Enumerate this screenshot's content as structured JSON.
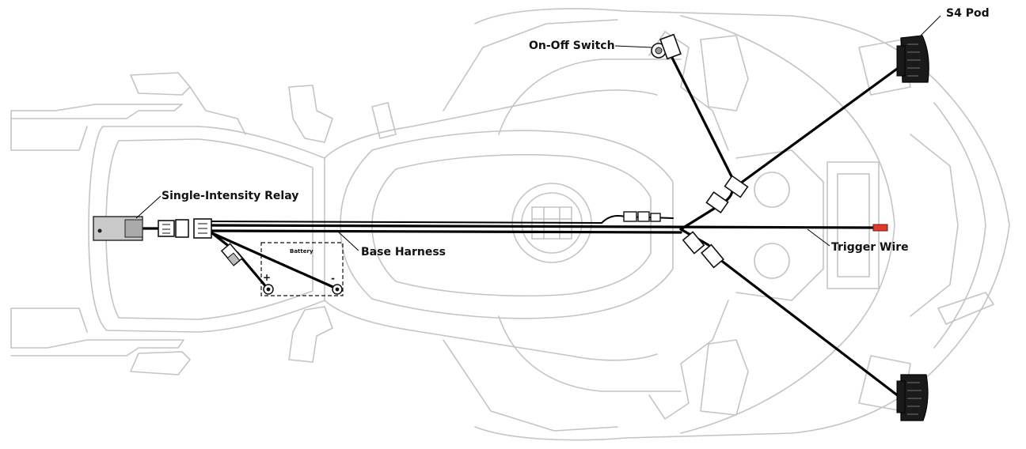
{
  "labels": {
    "relay": "Single-Intensity Relay",
    "switch": "On-Off Switch",
    "pod": "S4 Pod",
    "harness": "Base Harness",
    "trigger": "Trigger Wire",
    "battery": "Battery",
    "plus": "+",
    "minus": "-"
  },
  "colors": {
    "wire": "#000000",
    "motorcycle_outline": "#c4c4c4",
    "trigger_tip": "#e03a2f",
    "pod_body": "#1a1a1a"
  },
  "icons": [
    "relay-icon",
    "switch-icon",
    "pod-icon",
    "battery-terminal-icon",
    "connector-icon",
    "motorcycle-outline"
  ]
}
